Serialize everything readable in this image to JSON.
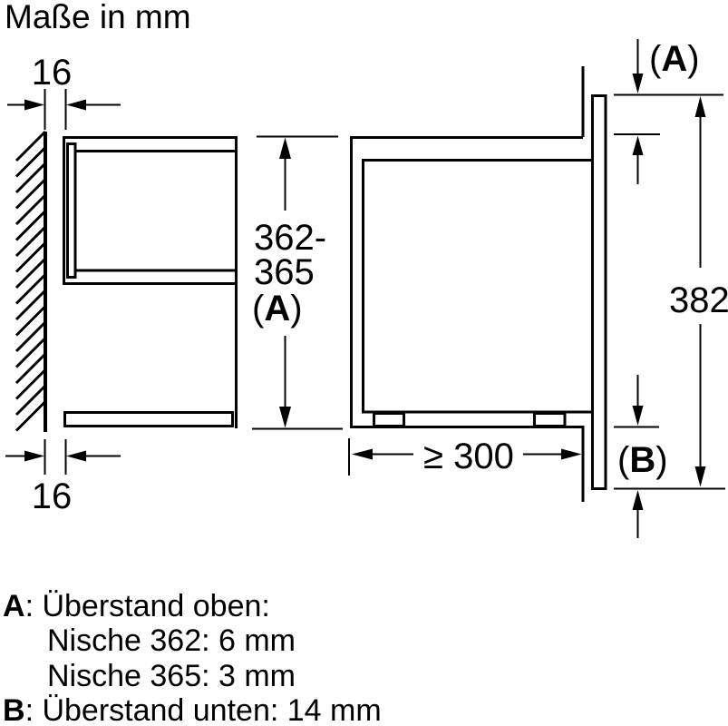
{
  "title": "Maße in mm",
  "dim_labels": {
    "gap_top": "16",
    "gap_bottom": "16",
    "niche_height": [
      "362-",
      "365"
    ],
    "niche_ref": {
      "open": "(",
      "letter": "A",
      "close": ")"
    },
    "depth_min": "≥ 300",
    "front_height": "382",
    "ref_top": {
      "open": "(",
      "letter": "A",
      "close": ")"
    },
    "ref_bottom": {
      "open": "(",
      "letter": "B",
      "close": ")"
    }
  },
  "legend": {
    "line1": {
      "prefix": "A",
      "text": ": Überstand oben:"
    },
    "line2": "Nische 362: 6 mm",
    "line3": "Nische 365: 3 mm",
    "line4": {
      "prefix": "B",
      "text": ": Überstand unten: 14 mm"
    }
  },
  "colors": {
    "line": "#000000",
    "background": "#ffffff"
  }
}
